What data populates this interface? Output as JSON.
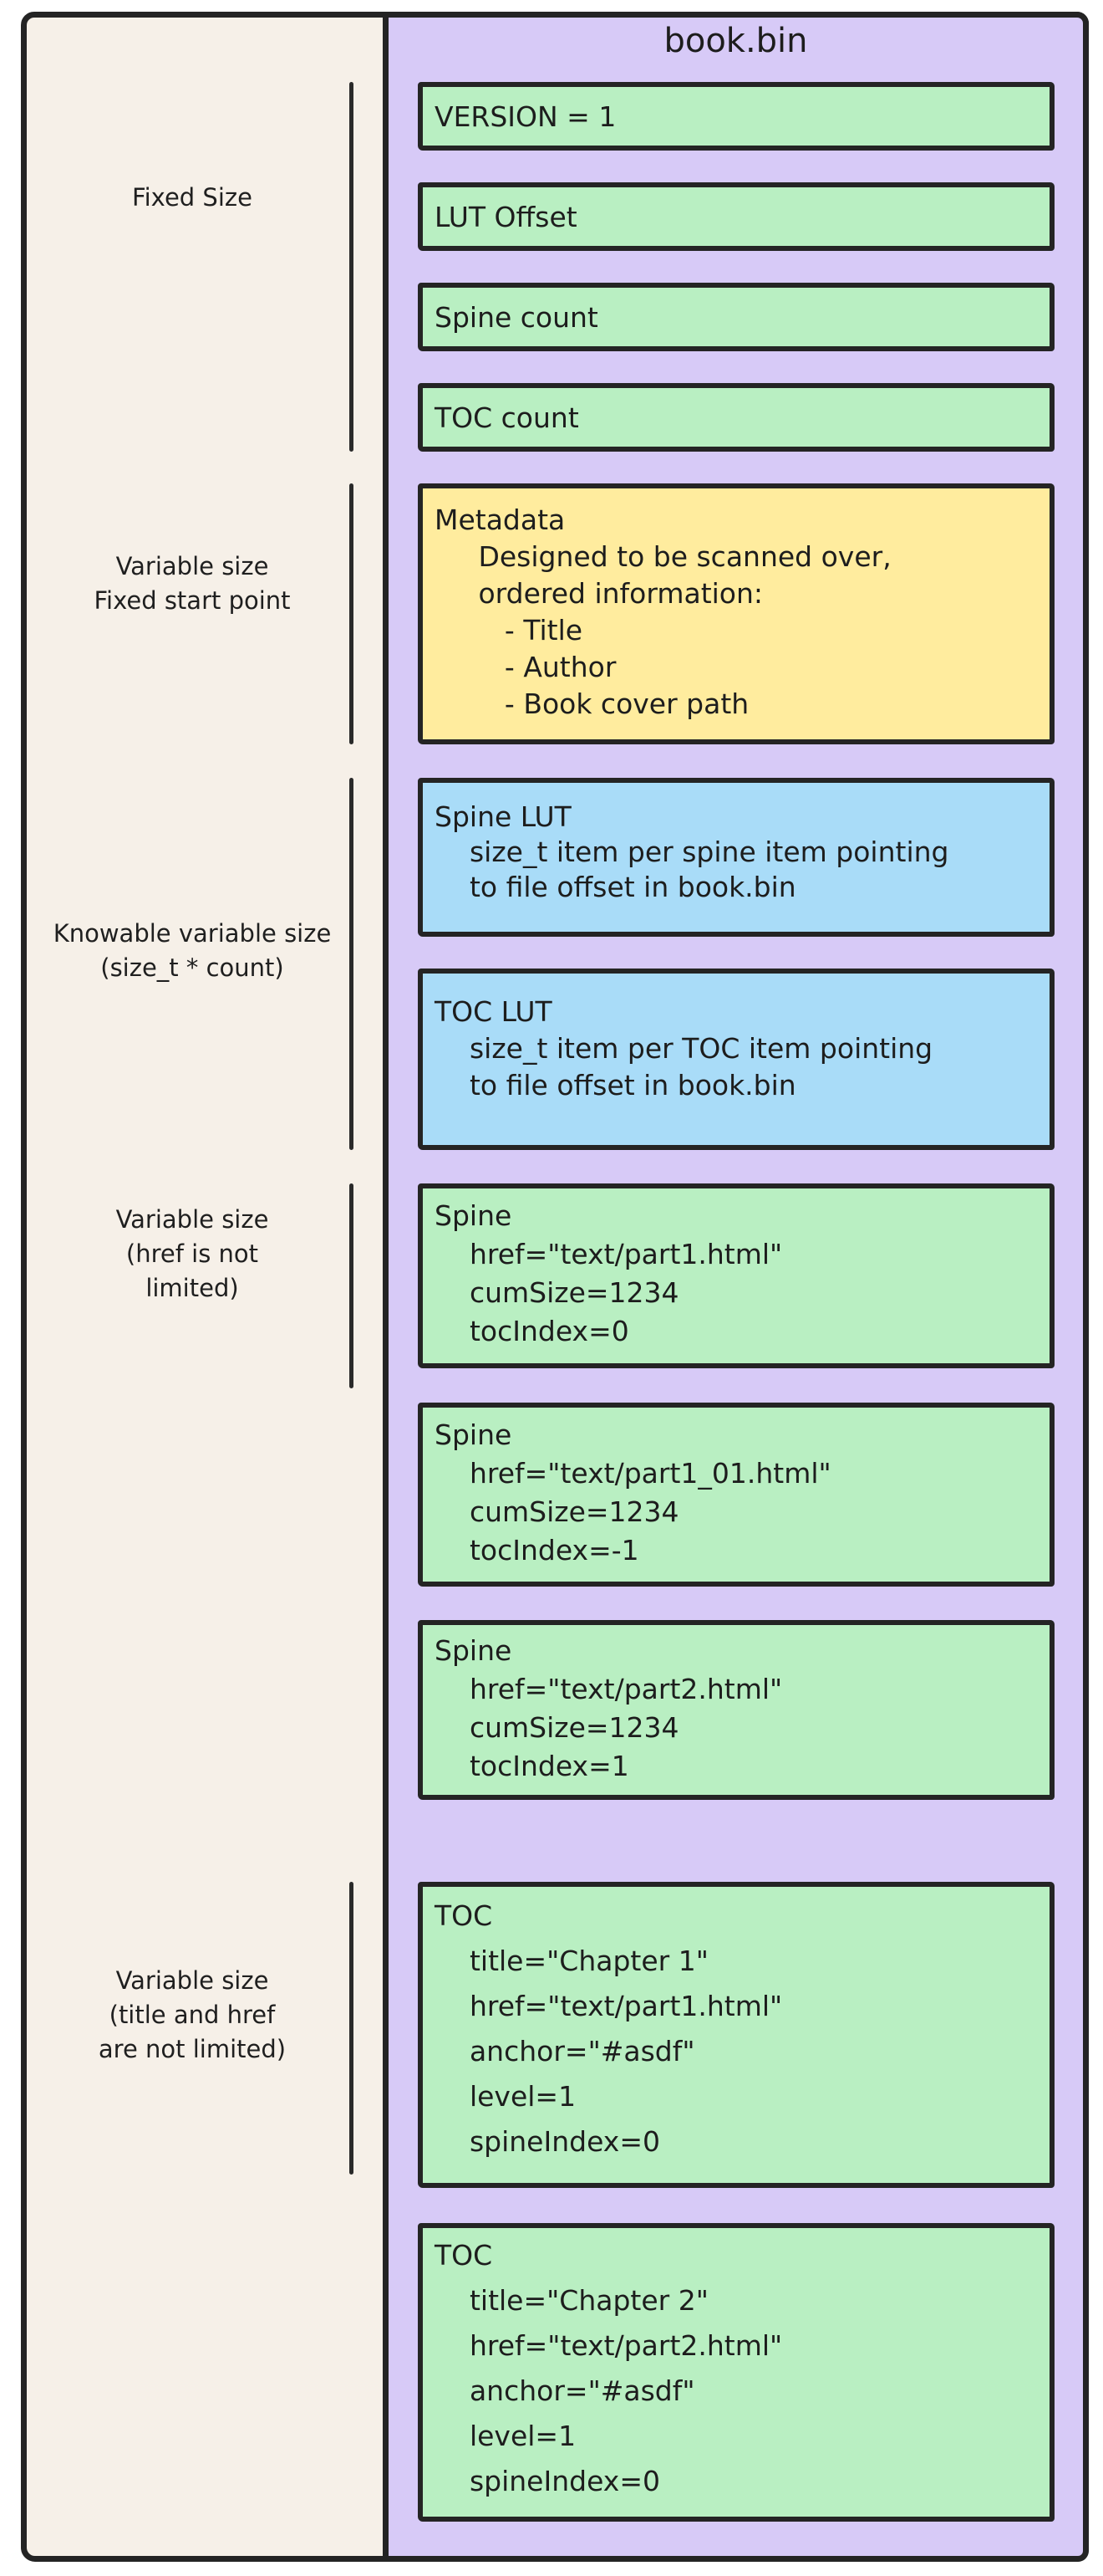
{
  "title": "book.bin",
  "colors": {
    "cream": "#f6f0e8",
    "panel": "#d7caf7",
    "green": "#b9efc2",
    "yellow": "#ffec9e",
    "blue": "#a9dcf8",
    "ink": "#242424"
  },
  "labels": {
    "fixed_size": {
      "lines": [
        "Fixed Size"
      ]
    },
    "variable_fixed_start": {
      "lines": [
        "Variable size",
        "Fixed start point"
      ]
    },
    "knowable": {
      "lines": [
        "Knowable variable size",
        "(size_t * count)"
      ]
    },
    "variable_href": {
      "lines": [
        "Variable size",
        "(href is not",
        "limited)"
      ]
    },
    "variable_title_href": {
      "lines": [
        "Variable size",
        "(title and href",
        "are not limited)"
      ]
    }
  },
  "boxes": {
    "version": {
      "lines": [
        "VERSION = 1"
      ]
    },
    "lut_offset": {
      "lines": [
        "LUT Offset"
      ]
    },
    "spine_count": {
      "lines": [
        "Spine count"
      ]
    },
    "toc_count": {
      "lines": [
        "TOC count"
      ]
    },
    "metadata": {
      "lines": [
        "Metadata",
        "     Designed to be scanned over,",
        "     ordered information:",
        "        - Title",
        "        - Author",
        "        - Book cover path"
      ]
    },
    "spine_lut": {
      "lines": [
        "Spine LUT",
        "    size_t item per spine item pointing",
        "    to file offset in book.bin"
      ]
    },
    "toc_lut": {
      "lines": [
        "TOC LUT",
        "    size_t item per TOC item pointing",
        "    to file offset in book.bin"
      ]
    },
    "spine_1": {
      "lines": [
        "Spine",
        "    href=\"text/part1.html\"",
        "    cumSize=1234",
        "    tocIndex=0"
      ]
    },
    "spine_2": {
      "lines": [
        "Spine",
        "    href=\"text/part1_01.html\"",
        "    cumSize=1234",
        "    tocIndex=-1"
      ]
    },
    "spine_3": {
      "lines": [
        "Spine",
        "    href=\"text/part2.html\"",
        "    cumSize=1234",
        "    tocIndex=1"
      ]
    },
    "toc_1": {
      "lines": [
        "TOC",
        "    title=\"Chapter 1\"",
        "    href=\"text/part1.html\"",
        "    anchor=\"#asdf\"",
        "    level=1",
        "    spineIndex=0"
      ]
    },
    "toc_2": {
      "lines": [
        "TOC",
        "    title=\"Chapter 2\"",
        "    href=\"text/part2.html\"",
        "    anchor=\"#asdf\"",
        "    level=1",
        "    spineIndex=0"
      ]
    }
  }
}
